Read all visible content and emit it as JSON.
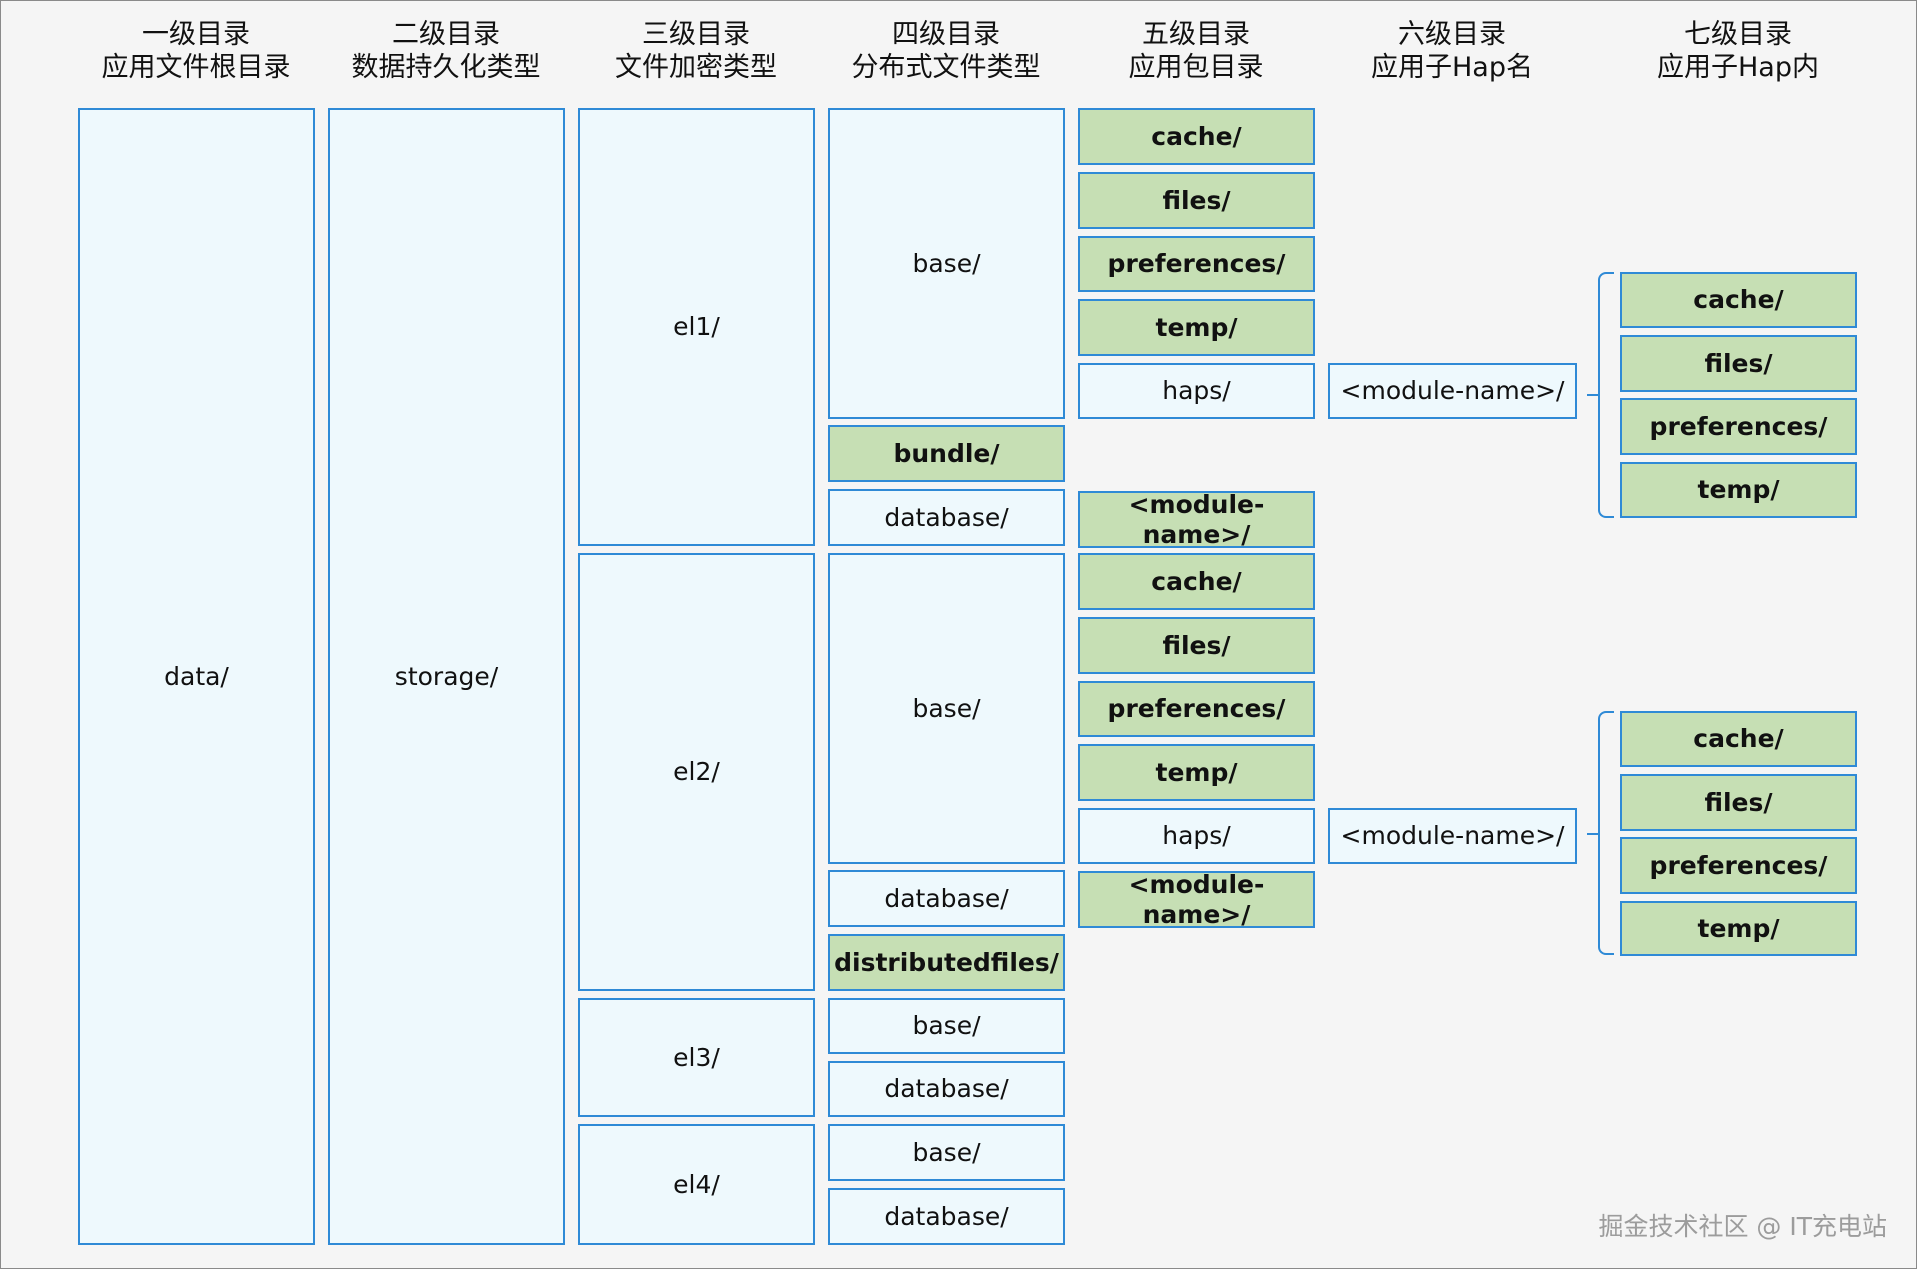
{
  "headers": [
    {
      "line1": "一级目录",
      "line2": "应用文件根目录"
    },
    {
      "line1": "二级目录",
      "line2": "数据持久化类型"
    },
    {
      "line1": "三级目录",
      "line2": "文件加密类型"
    },
    {
      "line1": "四级目录",
      "line2": "分布式文件类型"
    },
    {
      "line1": "五级目录",
      "line2": "应用包目录"
    },
    {
      "line1": "六级目录",
      "line2": "应用子Hap名"
    },
    {
      "line1": "七级目录",
      "line2": "应用子Hap内"
    }
  ],
  "level1": {
    "root": "data/"
  },
  "level2": {
    "storage": "storage/"
  },
  "level3": {
    "el1": "el1/",
    "el2": "el2/",
    "el3": "el3/",
    "el4": "el4/"
  },
  "level4": {
    "el1_base": "base/",
    "el1_bundle": "bundle/",
    "el1_database": "database/",
    "el2_base": "base/",
    "el2_database": "database/",
    "el2_distributedfiles": "distributedfiles/",
    "el3_base": "base/",
    "el3_database": "database/",
    "el4_base": "base/",
    "el4_database": "database/"
  },
  "level5": {
    "el1_base_items": [
      "cache/",
      "files/",
      "preferences/",
      "temp/",
      "haps/"
    ],
    "el1_database_item": "<module-name>/",
    "el2_base_items": [
      "cache/",
      "files/",
      "preferences/",
      "temp/",
      "haps/"
    ],
    "el2_database_item": "<module-name>/"
  },
  "level6": {
    "el1_module": "<module-name>/",
    "el2_module": "<module-name>/"
  },
  "level7": {
    "el1_items": [
      "cache/",
      "files/",
      "preferences/",
      "temp/"
    ],
    "el2_items": [
      "cache/",
      "files/",
      "preferences/",
      "temp/"
    ]
  },
  "watermark": "掘金技术社区 @ IT充电站",
  "colors": {
    "border": "#2f8ad6",
    "light_fill": "#eef9fd",
    "green_fill": "#c6dfb4"
  }
}
